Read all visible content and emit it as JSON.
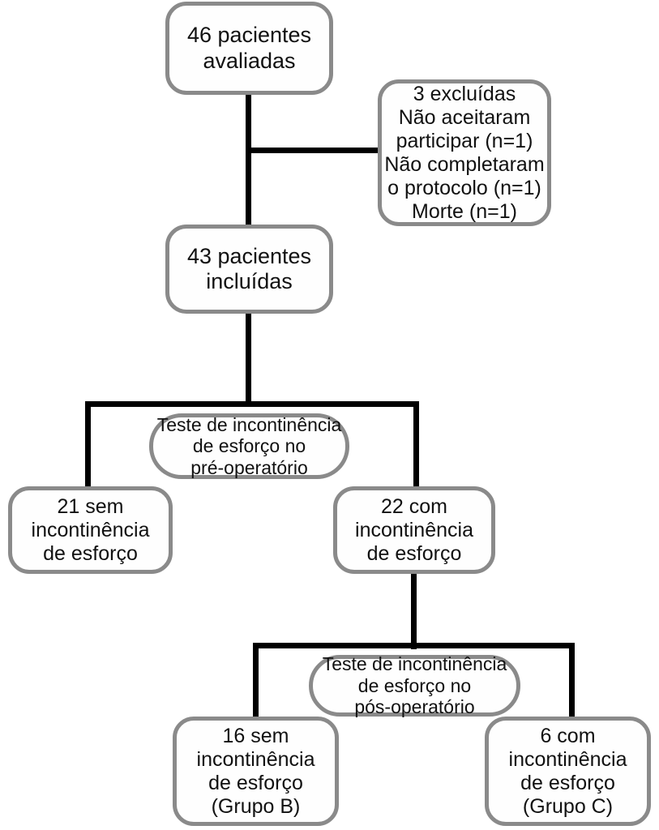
{
  "diagram": {
    "title": "Fluxograma de pacientes",
    "language": "pt-BR",
    "box_border_color": "#8a8a8a",
    "connector_color": "#000000",
    "background_color": "#ffffff"
  },
  "nodes": {
    "assessed": {
      "id": "assessed",
      "lines": [
        "46 pacientes",
        "avaliadas"
      ],
      "count": 46
    },
    "excluded": {
      "id": "excluded",
      "lines": [
        "3 excluídas",
        "Não aceitaram",
        "participar (n=1)",
        "Não completaram",
        "o protocolo (n=1)",
        "Morte (n=1)"
      ],
      "count": 3
    },
    "included": {
      "id": "included",
      "lines": [
        "43 pacientes",
        "incluídas"
      ],
      "count": 43
    },
    "preop_test": {
      "id": "preop_test",
      "lines": [
        "Teste de incontinência",
        "de esforço no",
        "pré-operatório"
      ]
    },
    "no_incontinence_pre": {
      "id": "no_incontinence_pre",
      "lines": [
        "21 sem",
        "incontinência",
        "de esforço"
      ],
      "count": 21
    },
    "incontinence_pre": {
      "id": "incontinence_pre",
      "lines": [
        "22 com",
        "incontinência",
        "de esforço"
      ],
      "count": 22
    },
    "postop_test": {
      "id": "postop_test",
      "lines": [
        "Teste de incontinência",
        "de esforço no",
        "pós-operatório"
      ]
    },
    "no_incontinence_post": {
      "id": "no_incontinence_post",
      "lines": [
        "16 sem",
        "incontinência",
        "de esforço",
        "(Grupo B)"
      ],
      "count": 16,
      "group": "Grupo B"
    },
    "incontinence_post": {
      "id": "incontinence_post",
      "lines": [
        "6 com",
        "incontinência",
        "de esforço",
        "(Grupo C)"
      ],
      "count": 6,
      "group": "Grupo C"
    }
  },
  "edges": [
    {
      "from": "assessed",
      "to": "included",
      "type": "vertical"
    },
    {
      "from": "assessed",
      "to": "excluded",
      "type": "branch-right"
    },
    {
      "from": "included",
      "to": "no_incontinence_pre",
      "type": "split-left"
    },
    {
      "from": "included",
      "to": "incontinence_pre",
      "type": "split-right"
    },
    {
      "from": "incontinence_pre",
      "to": "no_incontinence_post",
      "type": "split-left"
    },
    {
      "from": "incontinence_pre",
      "to": "incontinence_post",
      "type": "split-right"
    }
  ]
}
